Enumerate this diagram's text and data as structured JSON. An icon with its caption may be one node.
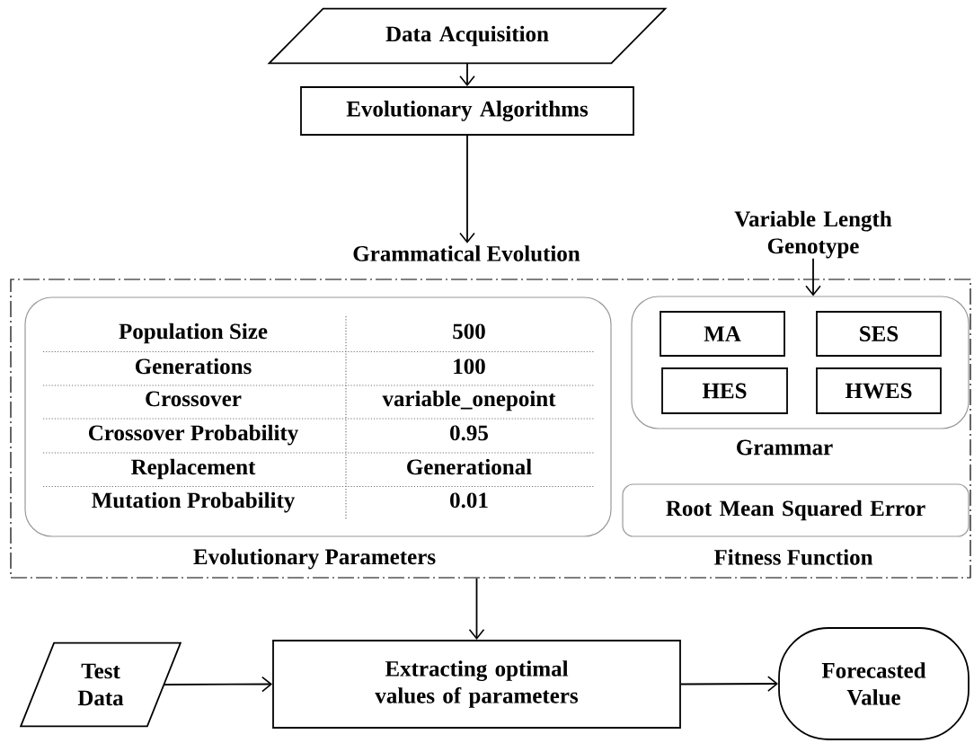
{
  "diagram": {
    "nodes": [
      {
        "text": [
          "Data Acquisition"
        ]
      },
      {
        "text": [
          "Evolutionary Algorithms"
        ]
      },
      {
        "text": [
          "Grammatical Evolution"
        ]
      },
      {
        "text": [
          "Evolutionary Parameters"
        ],
        "in": 2
      },
      {
        "text": [
          "Grammar"
        ],
        "in": 2
      },
      {
        "text": [
          "MA"
        ],
        "in": 4
      },
      {
        "text": [
          "SES"
        ],
        "in": 4
      },
      {
        "text": [
          "HES"
        ],
        "in": 4
      },
      {
        "text": [
          "HWES"
        ],
        "in": 4
      },
      {
        "text": [
          "Root Mean Squared Error",
          "Fitness Function"
        ],
        "in": 2
      },
      {
        "text": [
          "Variable Length Genotype"
        ]
      },
      {
        "text": [
          "Test Data"
        ]
      },
      {
        "text": [
          "Extracting optimal values of parameters"
        ]
      },
      {
        "text": [
          "Forecasted Value"
        ]
      }
    ],
    "edges": [
      {
        "from": 0,
        "to": 1,
        "arrow": "to"
      },
      {
        "from": 1,
        "to": 2,
        "arrow": "to"
      },
      {
        "from": 10,
        "to": 4,
        "arrow": "to"
      },
      {
        "from": 2,
        "to": 12,
        "arrow": "to"
      },
      {
        "from": 11,
        "to": 12,
        "arrow": "to"
      },
      {
        "from": 12,
        "to": 13,
        "arrow": "to"
      }
    ],
    "labels": [
      "Population Size",
      "500",
      "Generations",
      "100",
      "Crossover",
      "variable_onepoint",
      "Crossover Probability",
      "0.95",
      "Replacement",
      "Generational",
      "Mutation Probability",
      "0.01"
    ]
  }
}
